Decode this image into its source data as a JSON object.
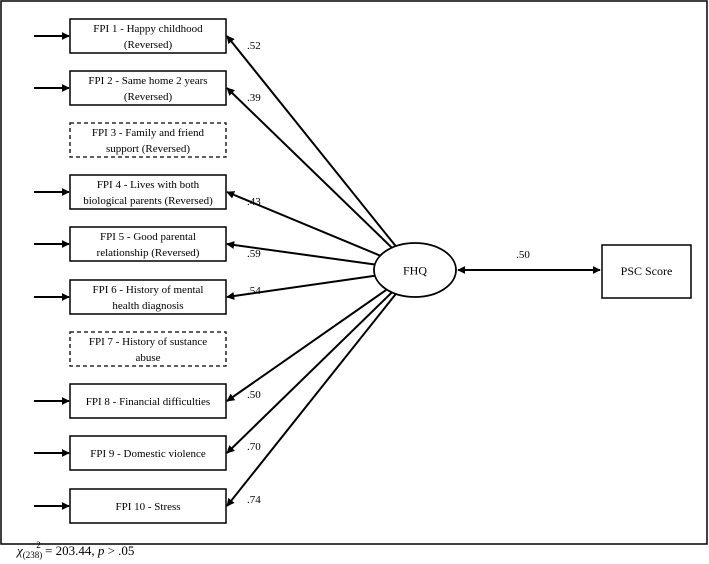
{
  "latent": {
    "label": "FHQ"
  },
  "outcome": {
    "label": "PSC Score",
    "correlation": ".50"
  },
  "indicators": [
    {
      "lines": [
        "FPI 1 - Happy childhood",
        "(Reversed)"
      ],
      "loading": ".52",
      "dashed": false
    },
    {
      "lines": [
        "FPI 2 - Same home 2 years",
        "(Reversed)"
      ],
      "loading": ".39",
      "dashed": false
    },
    {
      "lines": [
        "FPI 3 - Family and friend",
        "support (Reversed)"
      ],
      "loading": "",
      "dashed": true
    },
    {
      "lines": [
        "FPI 4 - Lives with both",
        "biological parents (Reversed)"
      ],
      "loading": ".43",
      "dashed": false
    },
    {
      "lines": [
        "FPI 5 - Good parental",
        "relationship (Reversed)"
      ],
      "loading": ".59",
      "dashed": false
    },
    {
      "lines": [
        "FPI 6 - History of mental",
        "health diagnosis"
      ],
      "loading": ".54",
      "dashed": false
    },
    {
      "lines": [
        "FPI 7 - History of sustance",
        "abuse"
      ],
      "loading": "",
      "dashed": true
    },
    {
      "lines": [
        "FPI 8 - Financial difficulties"
      ],
      "loading": ".50",
      "dashed": false
    },
    {
      "lines": [
        "FPI 9 - Domestic violence"
      ],
      "loading": ".70",
      "dashed": false
    },
    {
      "lines": [
        "FPI 10 - Stress"
      ],
      "loading": ".74",
      "dashed": false
    }
  ],
  "fit": {
    "chi": "χ",
    "sup": "2",
    "df": "(238)",
    "value": " = 203.44, ",
    "p": "p",
    "rest": " > .05"
  }
}
